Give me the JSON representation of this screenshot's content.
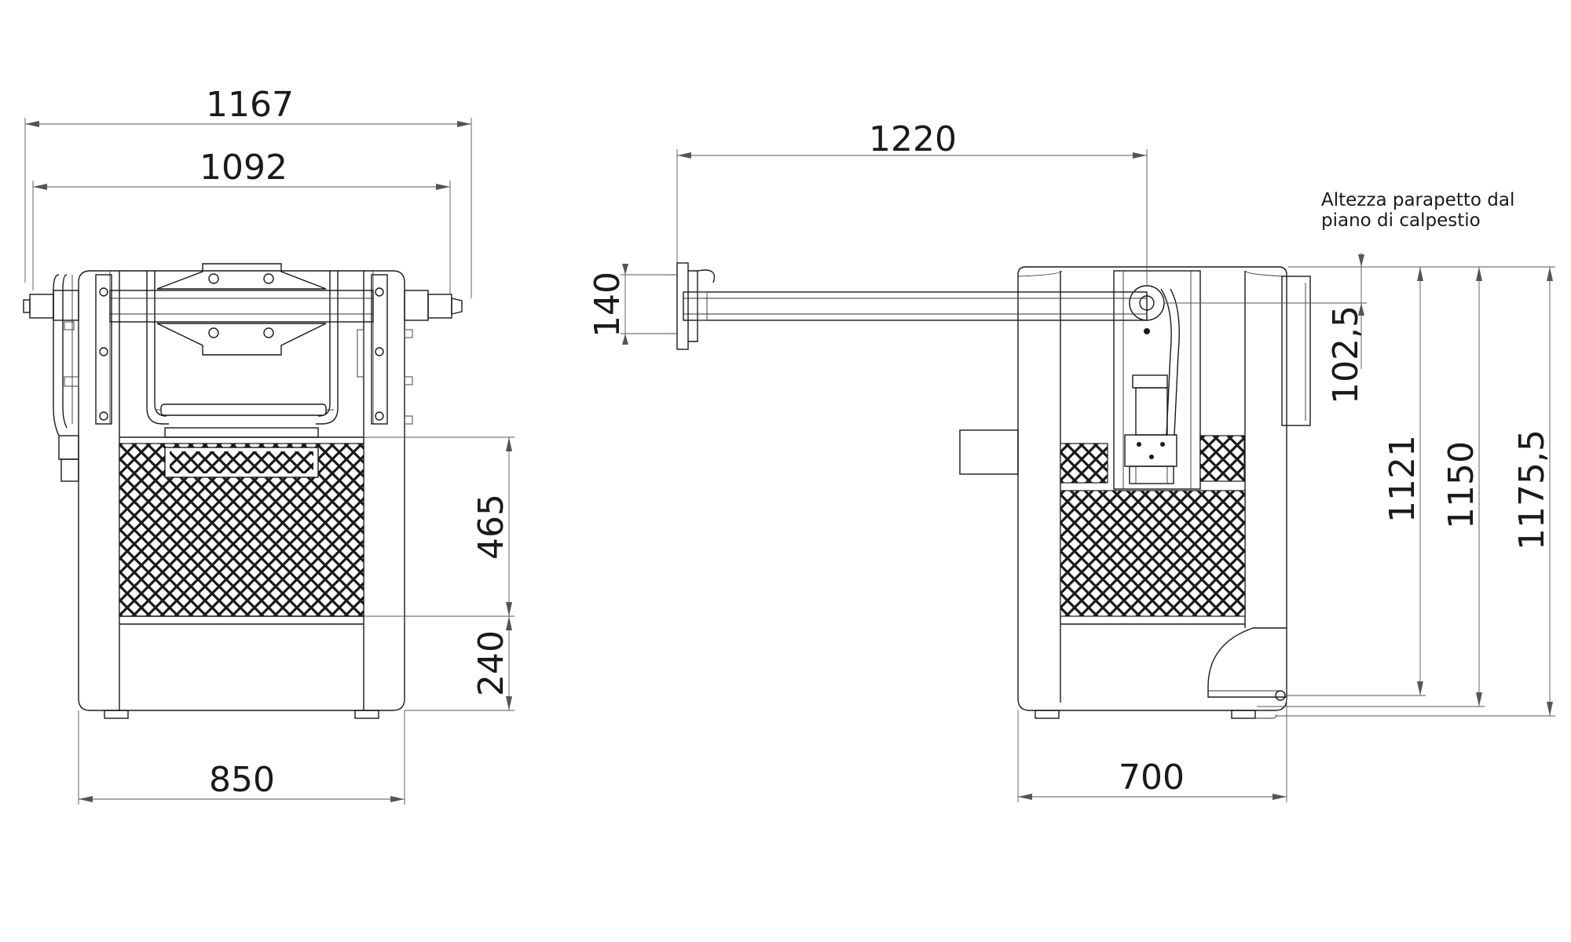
{
  "drawing": {
    "front_view": {
      "dim_overall_width": "1167",
      "dim_width_between": "1092",
      "dim_mesh_height": "465",
      "dim_base_height": "240",
      "dim_base_width": "850"
    },
    "side_view": {
      "dim_arm_length": "1220",
      "dim_arm_plate": "140",
      "dim_top_offset": "102,5",
      "dim_height_1": "1121",
      "dim_height_2": "1150",
      "dim_height_3": "1175,5",
      "dim_depth": "700",
      "note_line_1": "Altezza parapetto dal",
      "note_line_2": "piano di calpestio"
    }
  }
}
